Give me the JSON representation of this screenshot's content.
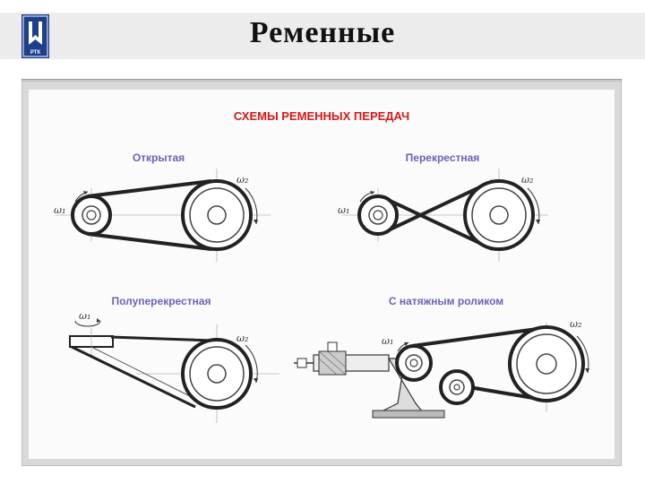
{
  "header": {
    "title": "Ременные",
    "logo_text": "РТК"
  },
  "poster": {
    "heading": "СХЕМЫ РЕМЕННЫХ ПЕРЕДАЧ",
    "schemes": [
      {
        "label": "Открытая",
        "omega_left": "ω₁",
        "omega_right": "ω₂"
      },
      {
        "label": "Перекрестная",
        "omega_left": "ω₁",
        "omega_right": "ω₂"
      },
      {
        "label": "Полуперекрестная",
        "omega_left": "ω₁",
        "omega_right": "ω₂"
      },
      {
        "label": "С натяжным роликом",
        "omega_left": "ω₁",
        "omega_right": "ω₂"
      }
    ]
  },
  "colors": {
    "heading": "#d81818",
    "labels": "#6a63b8",
    "header_band": "#ececec"
  }
}
